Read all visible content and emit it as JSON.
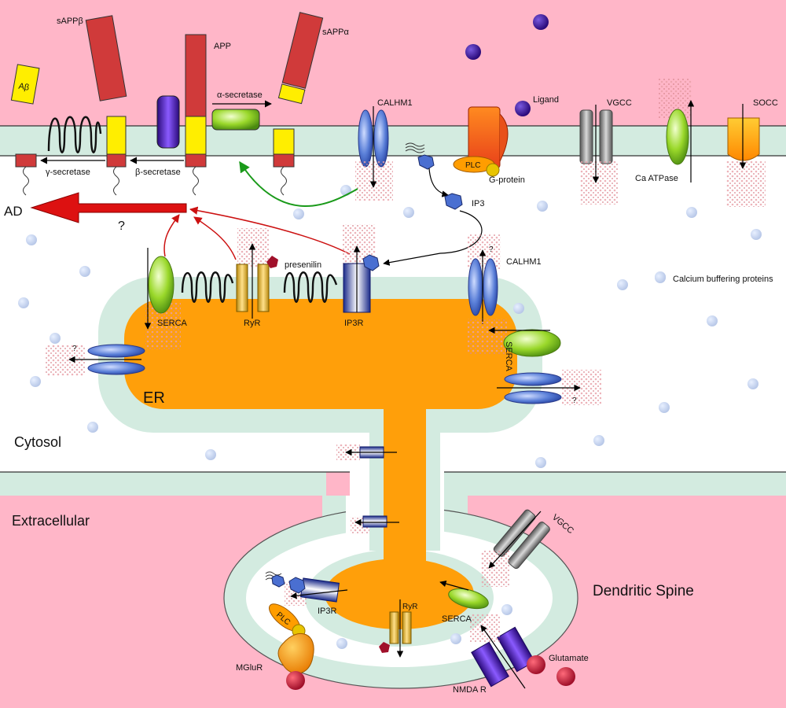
{
  "labels": {
    "sappb": "sAPPβ",
    "app": "APP",
    "sappa": "sAPPα",
    "abeta": "Aβ",
    "alpha_secretase": "α-secretase",
    "beta_secretase": "β-secretase",
    "gamma_secretase": "γ-secretase",
    "calhm1_top": "CALHM1",
    "ligand": "Ligand",
    "vgcc_top": "VGCC",
    "socc": "SOCC",
    "plc_top": "PLC",
    "g_protein": "G-protein",
    "ca_atpase": "Ca ATPase",
    "ip3": "IP3",
    "ad": "AD",
    "question": "?",
    "presenilin": "presenilin",
    "calhm1_er": "CALHM1",
    "calcium_buffering": "Calcium buffering proteins",
    "serca_left": "SERCA",
    "ryr": "RyR",
    "ip3r": "IP3R",
    "serca_right": "SERCA",
    "er": "ER",
    "cytosol": "Cytosol",
    "extracellular": "Extracellular",
    "vgcc_spine": "VGCC",
    "dendritic_spine": "Dendritic Spine",
    "ip3r_spine": "IP3R",
    "serca_spine": "SERCA",
    "ryr_spine": "RyR",
    "plc_spine": "PLC",
    "glutamate": "Glutamate",
    "mgluR": "MGluR",
    "nmda": "NMDA R",
    "q_mark": "?"
  },
  "colors": {
    "extracellular": "#ffb6c8",
    "membrane": "#d3ebe0",
    "er": "#ff9f0a",
    "app": "#d03a3a",
    "cleavage": "#ffee00",
    "arrow_red": "#cc1111",
    "arrow_green": "#1a9a1a",
    "channel_blue": "#4a6fd1",
    "serca_green": "#9ad82a",
    "ligand": "#3a1a9a",
    "glutamate": "#c0203a"
  }
}
